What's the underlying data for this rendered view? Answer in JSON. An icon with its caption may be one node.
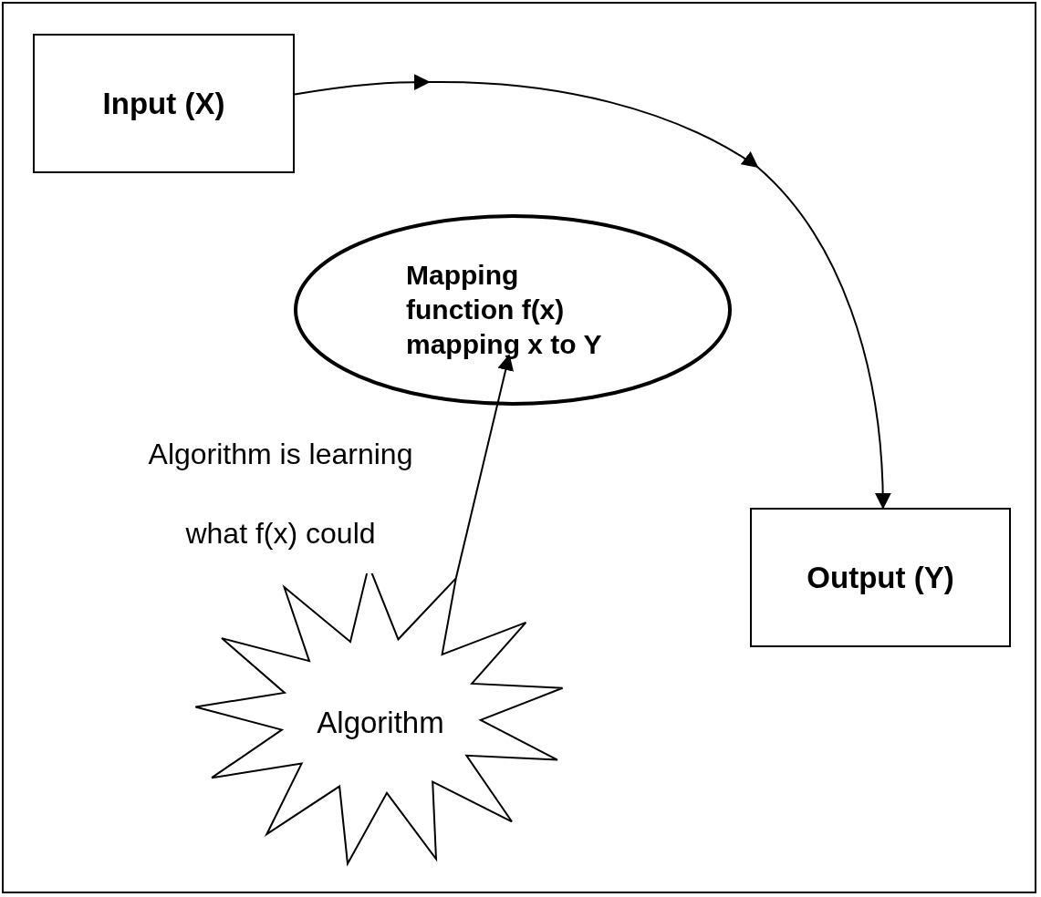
{
  "diagram": {
    "nodes": [
      {
        "text": [
          "Input (X)"
        ]
      },
      {
        "text": [
          "Output (Y)"
        ]
      },
      {
        "text": [
          "Mapping function f(x) mapping x to Y"
        ]
      },
      {
        "text": [
          "Algorithm"
        ]
      }
    ],
    "edges": [
      {
        "from": 0,
        "to": 1,
        "arrow": "to"
      },
      {
        "from": 3,
        "to": 2,
        "arrow": "to",
        "label": "Algorithm is learning what f(x) could"
      }
    ]
  }
}
